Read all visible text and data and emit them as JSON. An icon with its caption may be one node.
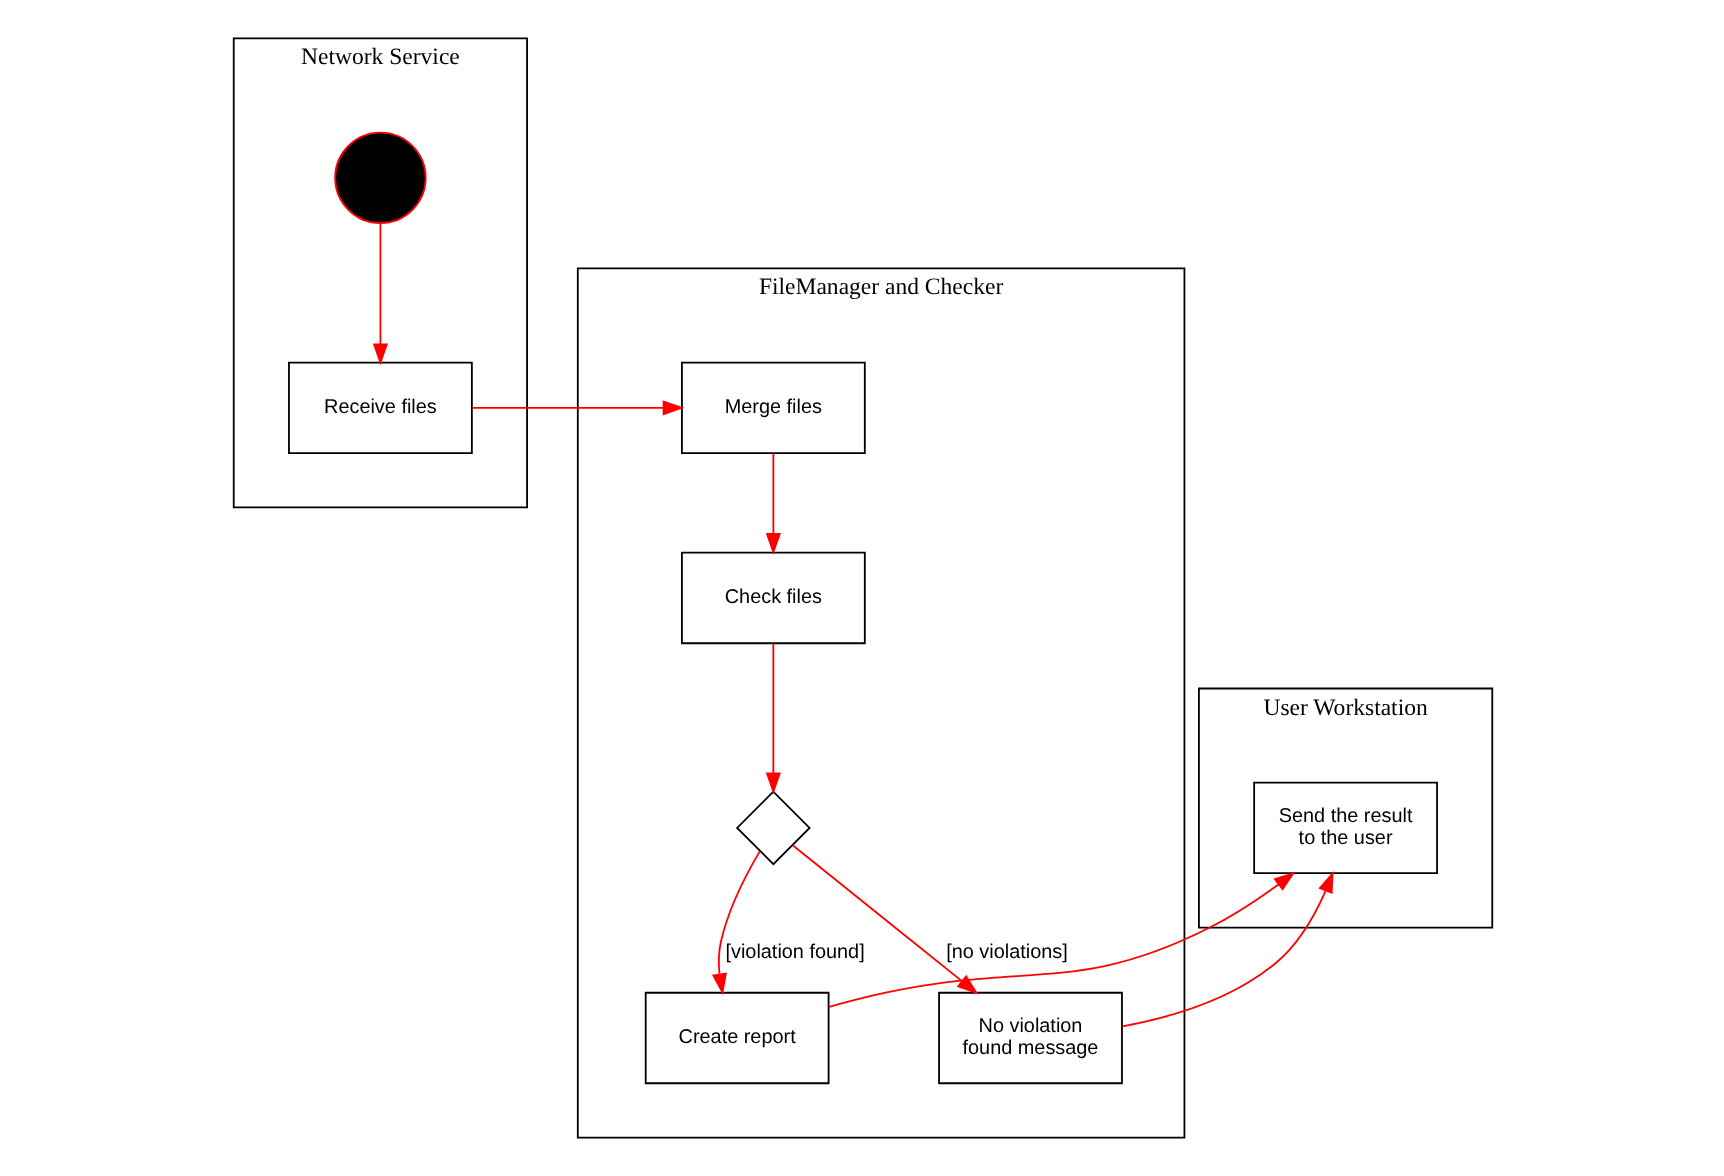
{
  "diagram": {
    "nodes": [
      {
        "text": [
          "Network Service"
        ]
      },
      {
        "text": [
          "FileManager and Checker"
        ]
      },
      {
        "text": [
          "User Workstation"
        ]
      },
      {
        "text": [],
        "shape": "circle",
        "in": 0
      },
      {
        "text": [
          "Receive files"
        ],
        "in": 0
      },
      {
        "text": [
          "Merge files"
        ],
        "in": 1
      },
      {
        "text": [
          "Check files"
        ],
        "in": 1
      },
      {
        "text": [],
        "shape": "diamond",
        "in": 1
      },
      {
        "text": [
          "Create report"
        ],
        "in": 1
      },
      {
        "text": [
          "No violation found message"
        ],
        "in": 1
      },
      {
        "text": [
          "Send the result to the user"
        ],
        "in": 2
      }
    ],
    "edges": [
      {
        "from": 3,
        "to": 4,
        "arrow": "to"
      },
      {
        "from": 4,
        "to": 5,
        "arrow": "to"
      },
      {
        "from": 5,
        "to": 6,
        "arrow": "to"
      },
      {
        "from": 6,
        "to": 7,
        "arrow": "to"
      },
      {
        "from": 7,
        "to": 8,
        "arrow": "to",
        "label": "[violation found]"
      },
      {
        "from": 7,
        "to": 9,
        "arrow": "to",
        "label": "[no violations]"
      },
      {
        "from": 9,
        "to": 10,
        "arrow": "to"
      },
      {
        "from": 8,
        "to": 10,
        "arrow": "to"
      }
    ]
  }
}
